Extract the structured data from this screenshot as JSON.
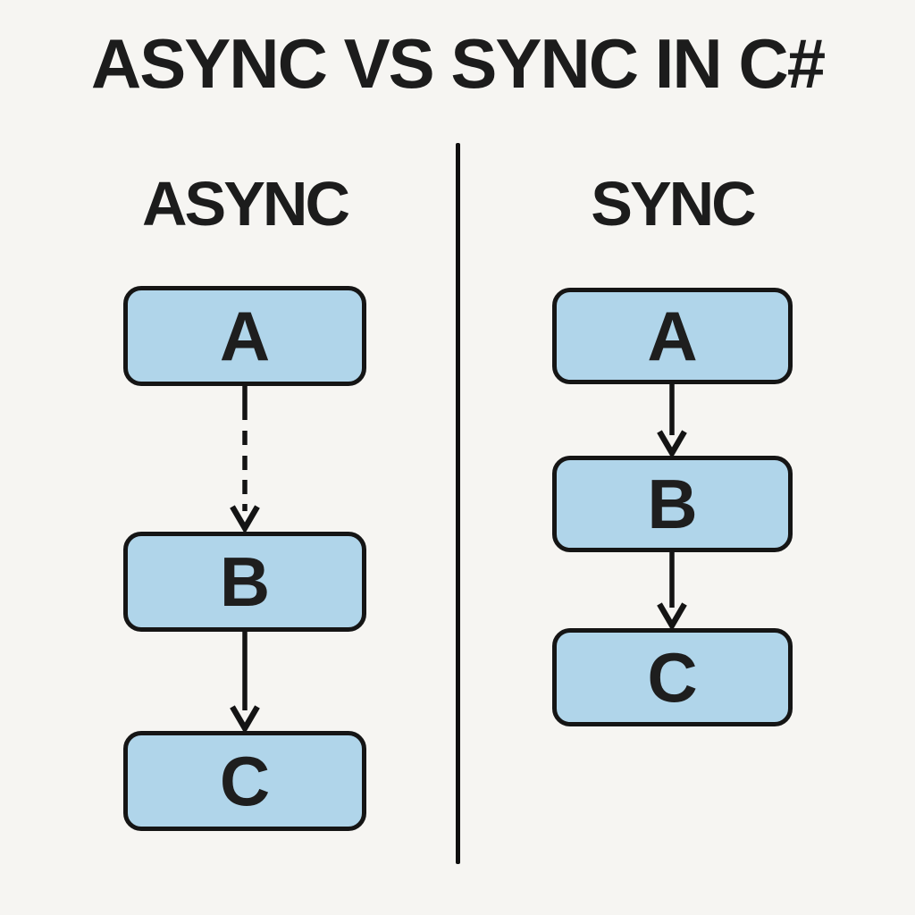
{
  "page": {
    "title": "ASYNC VS SYNC IN C#"
  },
  "colors": {
    "background": "#f6f5f2",
    "node_fill": "#b0d5ea",
    "node_border": "#151515",
    "text": "#1c1c1c",
    "divider": "#0f0f0f"
  },
  "columns": [
    {
      "id": "async",
      "header": "ASYNC",
      "nodes": [
        {
          "label": "A"
        },
        {
          "label": "B"
        },
        {
          "label": "C"
        }
      ],
      "arrows": [
        {
          "from": "A",
          "to": "B",
          "style": "dashed",
          "dasharray": "38 12 16 12 16 11 16 11"
        },
        {
          "from": "B",
          "to": "C",
          "style": "solid",
          "dasharray": "none"
        }
      ]
    },
    {
      "id": "sync",
      "header": "SYNC",
      "nodes": [
        {
          "label": "A"
        },
        {
          "label": "B"
        },
        {
          "label": "C"
        }
      ],
      "arrows": [
        {
          "from": "A",
          "to": "B",
          "style": "solid",
          "dasharray": "none"
        },
        {
          "from": "B",
          "to": "C",
          "style": "solid",
          "dasharray": "none"
        }
      ]
    }
  ]
}
